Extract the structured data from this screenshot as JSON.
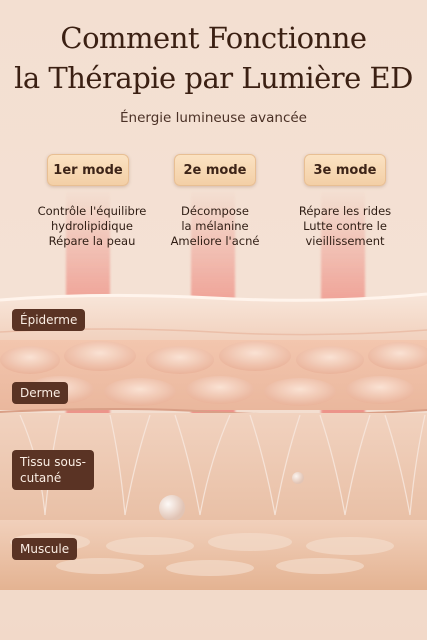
{
  "title": {
    "line1": "Comment Fonctionne",
    "line2": "la Thérapie par Lumière ED"
  },
  "subtitle": "Énergie lumineuse avancée",
  "modes": [
    {
      "label": "1er mode",
      "desc": [
        "Contrôle l'équilibre",
        "hydrolipidique",
        "Répare la peau"
      ]
    },
    {
      "label": "2e mode",
      "desc": [
        "Décompose",
        "la mélanine",
        "Ameliore l'acné"
      ]
    },
    {
      "label": "3e mode",
      "desc": [
        "Répare les rides",
        "Lutte contre le",
        "vieillissement"
      ]
    }
  ],
  "layers": {
    "epidermis": "Épiderme",
    "dermis": "Derme",
    "subcutaneous_1": "Tissu sous-",
    "subcutaneous_2": "cutané",
    "muscle": "Muscule"
  },
  "colors": {
    "title": "#3b2013",
    "pill": "#f3cfa6",
    "beam": "#e66a60",
    "label_bg": "#5a3324"
  }
}
